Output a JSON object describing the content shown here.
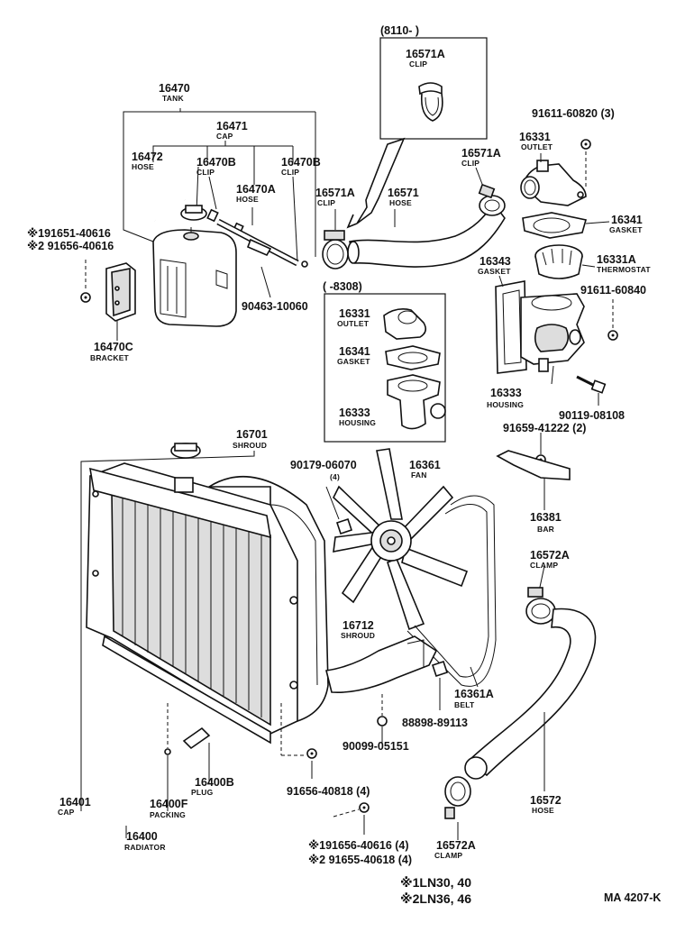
{
  "callouts": {
    "c16470": {
      "num": "16470",
      "name": "TANK"
    },
    "c16471": {
      "num": "16471",
      "name": "CAP"
    },
    "c16472": {
      "num": "16472",
      "name": "HOSE"
    },
    "c16470b_1": {
      "num": "16470B",
      "name": "CLIP"
    },
    "c16470b_2": {
      "num": "16470B",
      "name": "CLIP"
    },
    "c16470a": {
      "num": "16470A",
      "name": "HOSE"
    },
    "c90463": {
      "num": "90463-10060"
    },
    "c16470c": {
      "num": "16470C",
      "name": "BRACKET"
    },
    "c_star1_top": {
      "num": "※191651-40616"
    },
    "c_star2_top": {
      "num": "※2 91656-40616"
    },
    "c8110": {
      "num": "(8110-        )"
    },
    "c16571a_box": {
      "num": "16571A",
      "name": "CLIP"
    },
    "c16571a_l": {
      "num": "16571A",
      "name": "CLIP"
    },
    "c16571": {
      "num": "16571",
      "name": "HOSE"
    },
    "c16571a_r": {
      "num": "16571A",
      "name": "CLIP"
    },
    "c16331_r": {
      "num": "16331",
      "name": "OUTLET"
    },
    "c91611_60820": {
      "num": "91611-60820 (3)"
    },
    "c16341_r": {
      "num": "16341",
      "name": "GASKET"
    },
    "c16343": {
      "num": "16343",
      "name": "GASKET"
    },
    "c16331a": {
      "num": "16331A",
      "name": "THERMOSTAT"
    },
    "c91611_60840": {
      "num": "91611-60840"
    },
    "c8308": {
      "num": "(      -8308)"
    },
    "c16331_box": {
      "num": "16331",
      "name": "OUTLET"
    },
    "c16341_box": {
      "num": "16341",
      "name": "GASKET"
    },
    "c16333_box": {
      "num": "16333",
      "name": "HOUSING"
    },
    "c16333_r": {
      "num": "16333",
      "name": "HOUSING"
    },
    "c90119": {
      "num": "90119-08108"
    },
    "c91659": {
      "num": "91659-41222 (2)"
    },
    "c16381": {
      "num": "16381",
      "name": "BAR"
    },
    "c16701": {
      "num": "16701",
      "name": "SHROUD"
    },
    "c90179": {
      "num": "90179-06070",
      "qty": "(4)"
    },
    "c16361": {
      "num": "16361",
      "name": "FAN"
    },
    "c16572a_top": {
      "num": "16572A",
      "name": "CLAMP"
    },
    "c16712": {
      "num": "16712",
      "name": "SHROUD"
    },
    "c16361a": {
      "num": "16361A",
      "name": "BELT"
    },
    "c88898": {
      "num": "88898-89113"
    },
    "c90099": {
      "num": "90099-05151"
    },
    "c16400b": {
      "num": "16400B",
      "name": "PLUG"
    },
    "c91656_40818": {
      "num": "91656-40818 (4)"
    },
    "c16401": {
      "num": "16401",
      "name": "CAP"
    },
    "c16400f": {
      "num": "16400F",
      "name": "PACKING"
    },
    "c16400": {
      "num": "16400",
      "name": "RADIATOR"
    },
    "c16572": {
      "num": "16572",
      "name": "HOSE"
    },
    "c_star1_bot": {
      "num": "※191656-40616 (4)"
    },
    "c_star2_bot": {
      "num": "※2 91655-40618 (4)"
    },
    "c16572a_bot": {
      "num": "16572A",
      "name": "CLAMP"
    }
  },
  "legend": {
    "line1": "※1LN30, 40",
    "line2": "※2LN36, 46"
  },
  "figure_code": "MA 4207-K"
}
